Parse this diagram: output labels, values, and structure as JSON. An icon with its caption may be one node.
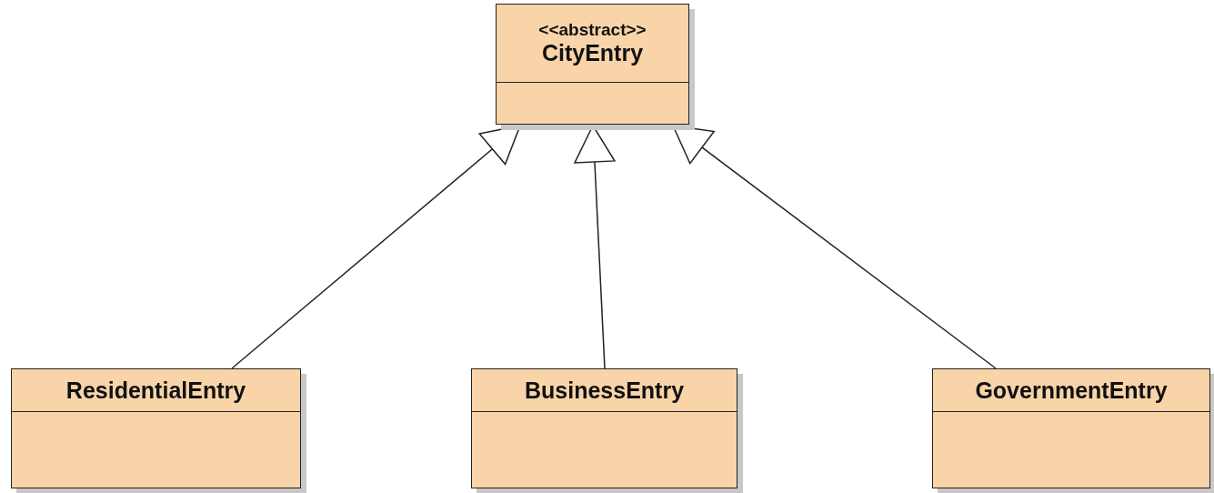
{
  "diagram": {
    "nodes": [
      {
        "text": [
          "<<abstract>>",
          "CityEntry"
        ]
      },
      {
        "text": [
          "ResidentialEntry"
        ]
      },
      {
        "text": [
          "BusinessEntry"
        ]
      },
      {
        "text": [
          "GovernmentEntry"
        ]
      }
    ],
    "edges": [
      {
        "from": 1,
        "to": 0,
        "arrow": "to"
      },
      {
        "from": 2,
        "to": 0,
        "arrow": "to"
      },
      {
        "from": 3,
        "to": 0,
        "arrow": "to"
      }
    ]
  }
}
